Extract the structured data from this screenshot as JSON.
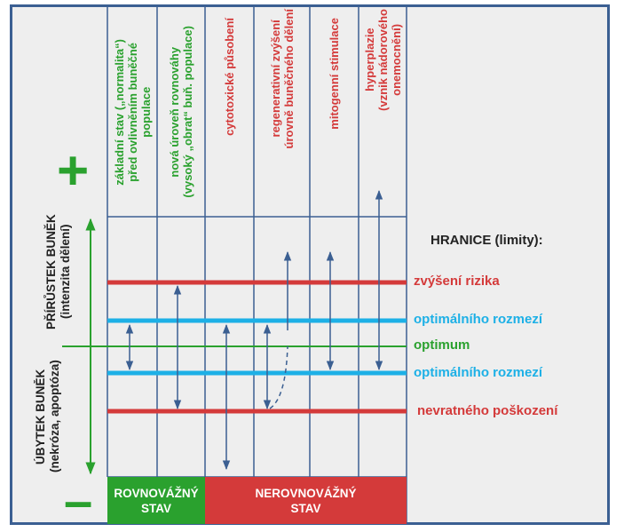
{
  "columns": [
    {
      "text": "základní stav („normalita“)\npřed ovlivněním buněčné\npopulace",
      "color": "green"
    },
    {
      "text": "nová úroveň rovnováhy\n(vysoký „obrat“ buň. populace)",
      "color": "green"
    },
    {
      "text": "cytotoxické působení",
      "color": "red"
    },
    {
      "text": "regenerativní zvýšení\núrovně buněčného dělení",
      "color": "red"
    },
    {
      "text": "mitogenní stimulace",
      "color": "red"
    },
    {
      "text": "hyperplazie\n(vznik nádorového\nonemocnění)",
      "color": "red"
    }
  ],
  "axis": {
    "upper_label": "PŘÍRŮSTEK BUNĚK\n(intenzita dělení)",
    "lower_label": "ÚBYTEK BUNĚK\n(nekróza, apoptóza)",
    "plus_sign": "+",
    "minus_sign": "–"
  },
  "limits_title": "HRANICE (limity):",
  "limits": [
    {
      "label": "zvýšení rizika",
      "color": "#d43a3a"
    },
    {
      "label": "optimálního rozmezí",
      "color": "#1db0e6"
    },
    {
      "label": "optimum",
      "color": "#2aa12e"
    },
    {
      "label": "optimálního rozmezí",
      "color": "#1db0e6"
    },
    {
      "label": "nevratného poškození",
      "color": "#d43a3a"
    }
  ],
  "states": {
    "equilibrium": "ROVNOVÁŽNÝ\nSTAV",
    "non_equilibrium": "NEROVNOVÁŽNÝ\nSTAV"
  },
  "colors": {
    "frame": "#3b5f92",
    "grid": "#3b5f92",
    "green": "#2aa12e",
    "red": "#d43a3a",
    "cyan": "#1db0e6",
    "background": "#eeeeee"
  }
}
